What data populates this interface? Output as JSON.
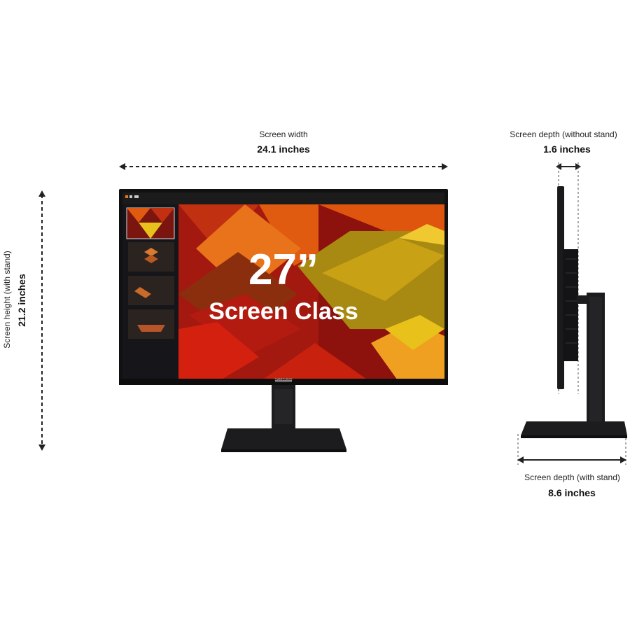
{
  "dimensions": {
    "screen_width": {
      "label": "Screen width",
      "value": "24.1 inches"
    },
    "screen_height": {
      "label": "Screen height (with stand)",
      "value": "21.2 inches"
    },
    "depth_without_stand": {
      "label": "Screen depth (without stand)",
      "value": "1.6 inches"
    },
    "depth_with_stand": {
      "label": "Screen depth (with stand)",
      "value": "8.6 inches"
    }
  },
  "screen_overlay": {
    "size": "27”",
    "caption": "Screen Class"
  },
  "brand": "SAMSUNG",
  "colors": {
    "bezel": "#111111",
    "stand": "#1c1c1e",
    "dashed_line": "#222222",
    "accent_orange": "#e05a10",
    "accent_red": "#a3110c",
    "accent_yellow": "#e8c21a"
  }
}
